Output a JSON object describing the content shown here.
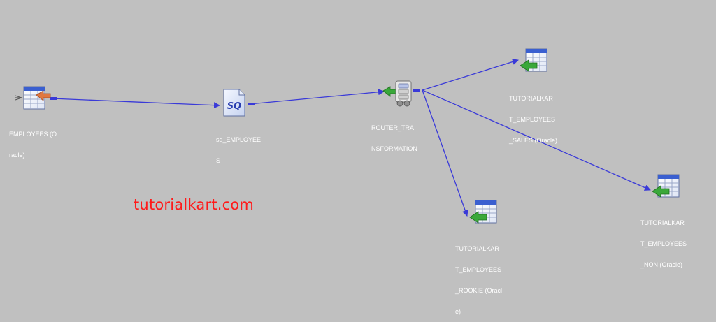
{
  "watermark": "tutorialkart.com",
  "colors": {
    "background": "#c0c0c0",
    "link": "#3a3ad8",
    "label": "#ffffff",
    "watermark": "#ff1a1a",
    "source_arrow": "#e07840",
    "target_arrow": "#3aa83a",
    "table_header": "#3a5fd0"
  },
  "nodes": {
    "source": {
      "type": "source-definition",
      "icon": "source-table-icon",
      "label_lines": [
        "EMPLOYEES (O",
        "racle)"
      ]
    },
    "sq": {
      "type": "source-qualifier",
      "icon": "source-qualifier-icon",
      "icon_text": "SQ",
      "label_lines": [
        "sq_EMPLOYEE",
        "S"
      ]
    },
    "router": {
      "type": "router-transformation",
      "icon": "router-icon",
      "label_lines": [
        "ROUTER_TRA",
        "NSFORMATION"
      ]
    },
    "target_sales": {
      "type": "target-definition",
      "icon": "target-table-icon",
      "label_lines": [
        "TUTORIALKAR",
        "T_EMPLOYEES",
        "_SALES (Oracle)"
      ]
    },
    "target_rookie": {
      "type": "target-definition",
      "icon": "target-table-icon",
      "label_lines": [
        "TUTORIALKAR",
        "T_EMPLOYEES",
        "_ROOKIE (Oracl",
        "e)"
      ]
    },
    "target_non": {
      "type": "target-definition",
      "icon": "target-table-icon",
      "label_lines": [
        "TUTORIALKAR",
        "T_EMPLOYEES",
        "_NON (Oracle)"
      ]
    }
  },
  "links": [
    {
      "from": "source",
      "to": "sq"
    },
    {
      "from": "sq",
      "to": "router"
    },
    {
      "from": "router",
      "to": "target_sales"
    },
    {
      "from": "router",
      "to": "target_rookie"
    },
    {
      "from": "router",
      "to": "target_non"
    }
  ]
}
